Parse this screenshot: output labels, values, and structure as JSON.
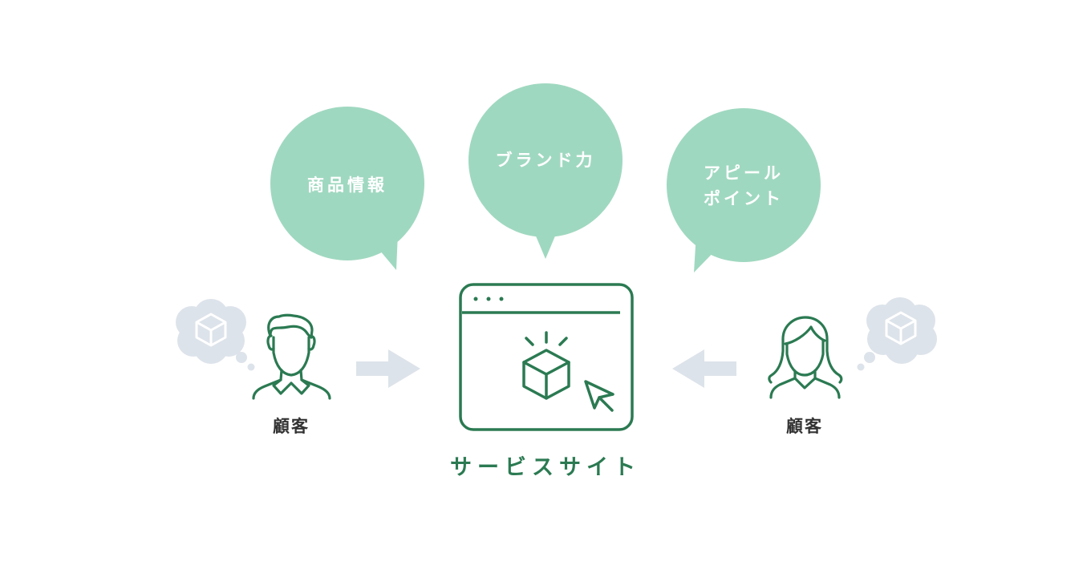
{
  "colors": {
    "bubble": "#9fd8c0",
    "accent": "#2b7a52",
    "cloud": "#dde3ea",
    "arrow": "#dde3ea",
    "text_dark": "#333333"
  },
  "bubbles": [
    {
      "text": "商品情報"
    },
    {
      "text": "ブランド力"
    },
    {
      "line1": "アピール",
      "line2": "ポイント"
    }
  ],
  "customer_left": {
    "label": "顧客",
    "icon": "man-icon",
    "thought_icon": "box-icon"
  },
  "customer_right": {
    "label": "顧客",
    "icon": "woman-icon",
    "thought_icon": "box-icon"
  },
  "site": {
    "label": "サービスサイト",
    "icon": "browser-window-icon",
    "inner_icon": "box-icon",
    "cursor": "cursor-arrow-icon"
  }
}
